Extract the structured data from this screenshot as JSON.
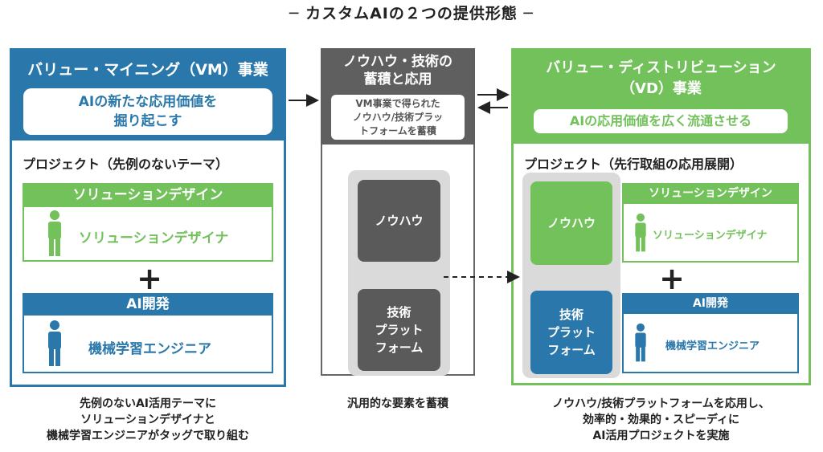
{
  "title": "─ カスタムAIの２つの提供形態 ─",
  "left": {
    "title": "バリュー・マイニング（VM）事業",
    "subtitle_line1": "AIの新たな応用価値を",
    "subtitle_line2": "掘り起こす",
    "project_title": "プロジェクト（先例のないテーマ）",
    "solution_bar": "ソリューションデザイン",
    "solution_person": "ソリューションデザイナ",
    "plus": "+",
    "ai_bar": "AI開発",
    "ai_person": "機械学習エンジニア",
    "caption_line1": "先例のないAI活用テーマに",
    "caption_line2": "ソリューションデザイナと",
    "caption_line3": "機械学習エンジニアがタッグで取り組む"
  },
  "middle": {
    "title_line1": "ノウハウ・技術の",
    "title_line2": "蓄積と応用",
    "subtitle_line1": "VM事業で得られた",
    "subtitle_line2": "ノウハウ/技術プラッ",
    "subtitle_line3": "トフォームを蓄積",
    "knowhow": "ノウハウ",
    "tech_line1": "技術",
    "tech_line2": "プラット",
    "tech_line3": "フォーム",
    "caption": "汎用的な要素を蓄積"
  },
  "right": {
    "title_line1": "バリュー・ディストリビューション",
    "title_line2": "（VD）事業",
    "subtitle": "AIの応用価値を広く流通させる",
    "project_title": "プロジェクト（先行取組の応用展開）",
    "knowhow": "ノウハウ",
    "tech_line1": "技術",
    "tech_line2": "プラット",
    "tech_line3": "フォーム",
    "solution_bar": "ソリューションデザイン",
    "solution_person": "ソリューションデザイナ",
    "plus": "+",
    "ai_bar": "AI開発",
    "ai_person": "機械学習エンジニア",
    "caption_line1": "ノウハウ/技術プラットフォームを応用し、",
    "caption_line2": "効率的・効果的・スピーディに",
    "caption_line3": "AI活用プロジェクトを実施"
  },
  "colors": {
    "blue": "#2a78ab",
    "green": "#72c15a",
    "dark_gray": "#5f5f5f",
    "light_gray": "#dadada"
  }
}
